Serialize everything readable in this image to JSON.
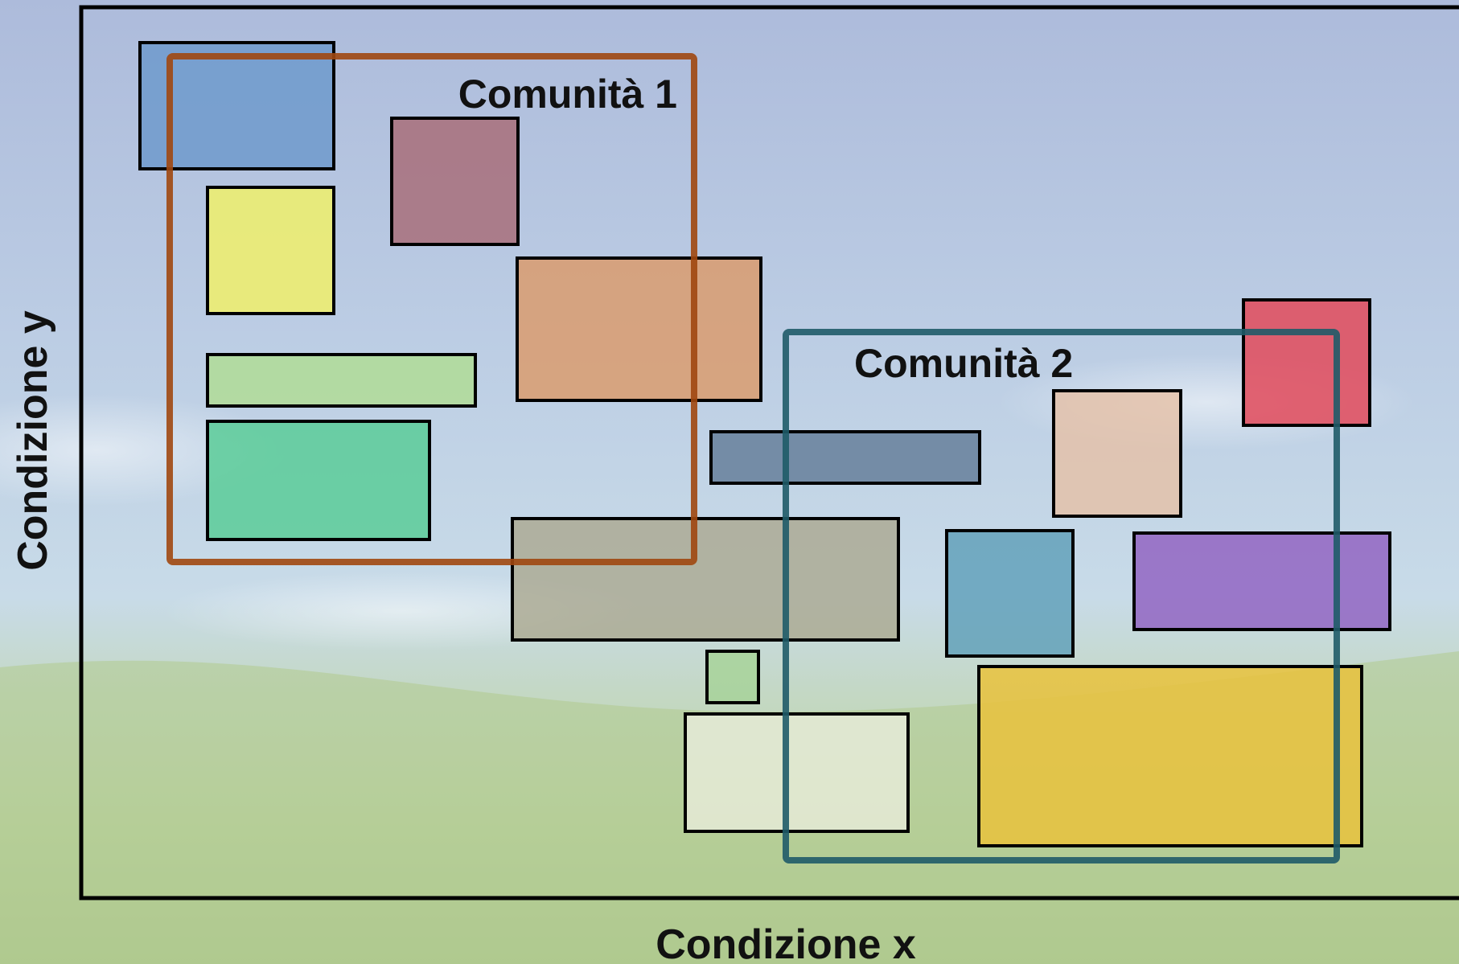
{
  "axes": {
    "x_label": "Condizione x",
    "y_label": "Condizione y"
  },
  "communities": [
    {
      "label": "Comunità 1",
      "border_color": "#a0470f"
    },
    {
      "label": "Comunità 2",
      "border_color": "#1f5b68"
    }
  ],
  "species_boxes": [
    {
      "id": "blue",
      "fill": "#6f9acd"
    },
    {
      "id": "mauve",
      "fill": "#a86f7a"
    },
    {
      "id": "yellow",
      "fill": "#f0f06a"
    },
    {
      "id": "orange",
      "fill": "#dc9866"
    },
    {
      "id": "light-green",
      "fill": "#b0dc96"
    },
    {
      "id": "teal-green",
      "fill": "#4ccb8e"
    },
    {
      "id": "slate",
      "fill": "#56708e"
    },
    {
      "id": "olive-gray",
      "fill": "#a8a48a"
    },
    {
      "id": "small-green",
      "fill": "#a8d39c"
    },
    {
      "id": "pale",
      "fill": "#eef0e2"
    },
    {
      "id": "peach",
      "fill": "#e6c0a6"
    },
    {
      "id": "red",
      "fill": "#e24a5a"
    },
    {
      "id": "steel-blue",
      "fill": "#5d9eb8"
    },
    {
      "id": "purple",
      "fill": "#8f5ec0"
    },
    {
      "id": "gold",
      "fill": "#e9c23c"
    }
  ],
  "colors": {
    "sky_top": "#aebcdc",
    "sky_mid": "#c3d3e6",
    "grass": "#b4cc94",
    "frame": "#000000"
  }
}
